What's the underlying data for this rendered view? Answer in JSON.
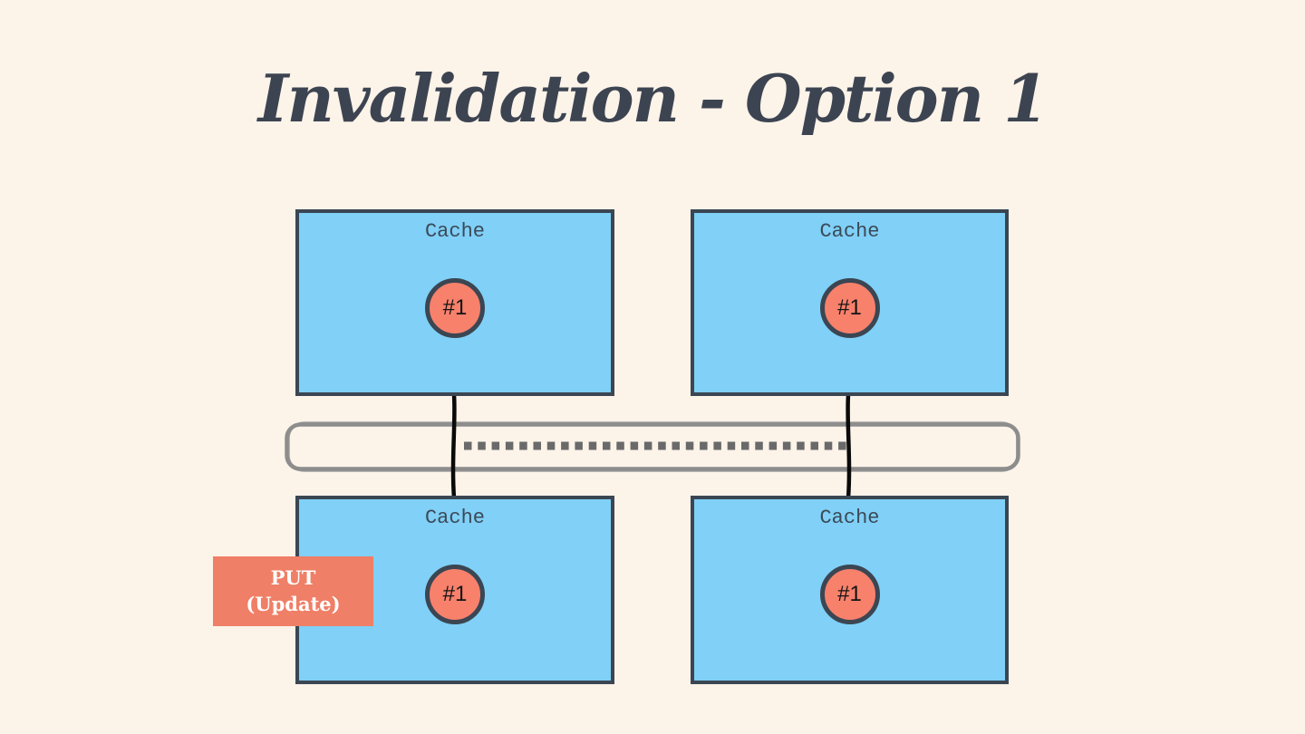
{
  "slide": {
    "title": "Invalidation - Option 1"
  },
  "colors": {
    "background": "#fcf3e9",
    "title_text": "#3d4451",
    "cache_fill": "#80d0f7",
    "cache_border": "#3b4652",
    "cache_label_text": "#3b4a58",
    "item_fill": "#f8816c",
    "item_border": "#3b4652",
    "bus_outline": "#8d8d8d",
    "bus_dots": "#6a6a6a",
    "connector_line": "#0a0a0a",
    "put_badge_fill": "#ef7f66",
    "put_badge_text": "#ffffff"
  },
  "caches": [
    {
      "position": "top-left",
      "label": "Cache",
      "item": "#1"
    },
    {
      "position": "top-right",
      "label": "Cache",
      "item": "#1"
    },
    {
      "position": "bottom-left",
      "label": "Cache",
      "item": "#1"
    },
    {
      "position": "bottom-right",
      "label": "Cache",
      "item": "#1"
    }
  ],
  "action_label": {
    "line1": "PUT",
    "line2": "(Update)"
  }
}
